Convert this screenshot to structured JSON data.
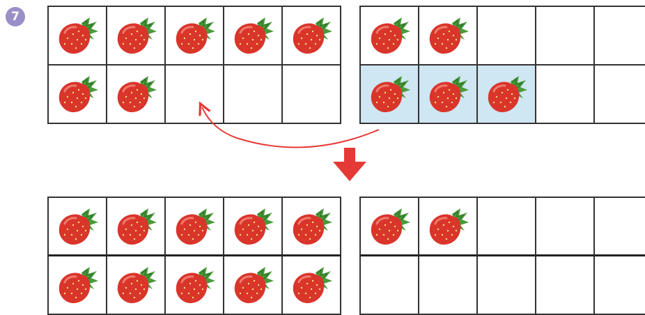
{
  "problem_number": "7",
  "colors": {
    "badge": "#9b8fc8",
    "grid_line": "#333333",
    "highlight": "#cfe6f3",
    "arrow_red": "#e53935",
    "strawberry": "#d9352b",
    "leaf": "#4a9a3a"
  },
  "before": {
    "left_frame": {
      "rows": 2,
      "cols": 5,
      "filled": [
        [
          1,
          1,
          1,
          1,
          1
        ],
        [
          1,
          1,
          0,
          0,
          0
        ]
      ],
      "highlighted": [
        [
          0,
          0,
          0,
          0,
          0
        ],
        [
          0,
          0,
          0,
          0,
          0
        ]
      ]
    },
    "right_frame": {
      "rows": 2,
      "cols": 5,
      "filled": [
        [
          1,
          1,
          0,
          0,
          0
        ],
        [
          1,
          1,
          1,
          0,
          0
        ]
      ],
      "highlighted": [
        [
          0,
          0,
          0,
          0,
          0
        ],
        [
          1,
          1,
          1,
          0,
          0
        ]
      ]
    }
  },
  "after": {
    "left_frame": {
      "rows": 2,
      "cols": 5,
      "filled": [
        [
          1,
          1,
          1,
          1,
          1
        ],
        [
          1,
          1,
          1,
          1,
          1
        ]
      ],
      "highlighted": [
        [
          0,
          0,
          0,
          0,
          0
        ],
        [
          0,
          0,
          0,
          0,
          0
        ]
      ]
    },
    "right_frame": {
      "rows": 2,
      "cols": 5,
      "filled": [
        [
          1,
          1,
          0,
          0,
          0
        ],
        [
          0,
          0,
          0,
          0,
          0
        ]
      ],
      "highlighted": [
        [
          0,
          0,
          0,
          0,
          0
        ],
        [
          0,
          0,
          0,
          0,
          0
        ]
      ]
    }
  },
  "icons": {
    "item": "strawberry-icon",
    "move_arrow": "curved-arrow-icon",
    "result_arrow": "down-arrow-icon"
  }
}
